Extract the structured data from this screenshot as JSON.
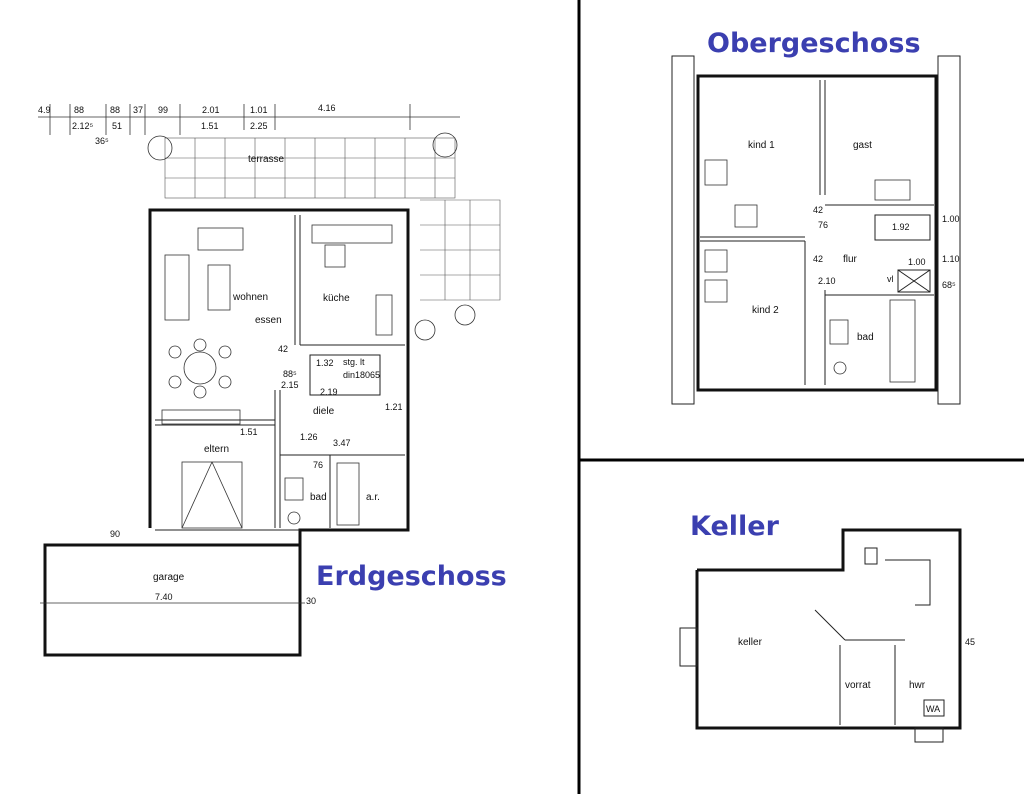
{
  "headings": {
    "ground": "Erdgeschoss",
    "upper": "Obergeschoss",
    "basement": "Keller"
  },
  "colors": {
    "heading": "#3b3fb0",
    "line": "#111111"
  },
  "erdgeschoss": {
    "rooms": {
      "terrasse": "terrasse",
      "wohnen": "wohnen",
      "essen": "essen",
      "kueche": "küche",
      "stair": "stg. lt",
      "stair_norm": "din18065",
      "diele": "diele",
      "eltern": "eltern",
      "bad": "bad",
      "ar": "a.r.",
      "garage": "garage"
    },
    "dims_top": [
      "4.9",
      "88",
      "88",
      "37",
      "99",
      "2.01",
      "1.01",
      "4.16"
    ],
    "dims_second": [
      "2.12⁵",
      "51",
      "1.51",
      "2.25"
    ],
    "dim_365": "36⁵",
    "dims_inner": {
      "d42": "42",
      "d132": "1.32",
      "d885": "88⁵",
      "d215": "2.15",
      "d219": "2.19",
      "d347": "3.47",
      "d121": "1.21",
      "d126": "1.26",
      "d151": "1.51",
      "d76": "76",
      "d90": "90",
      "d740": "7.40",
      "d30": "30"
    }
  },
  "obergeschoss": {
    "rooms": {
      "kind1": "kind 1",
      "gast": "gast",
      "flur": "flur",
      "kind2": "kind 2",
      "bad": "bad",
      "vl": "vl"
    },
    "dims": {
      "d42a": "42",
      "d42b": "42",
      "d76": "76",
      "d210": "2.10",
      "d192": "1.92",
      "d100a": "1.00",
      "d100b": "1.00",
      "d110": "1.10",
      "d685": "68⁵"
    }
  },
  "keller": {
    "rooms": {
      "keller": "keller",
      "vorrat": "vorrat",
      "hwr": "hwr",
      "wa": "WA"
    },
    "dims": {
      "d45": "45"
    }
  }
}
